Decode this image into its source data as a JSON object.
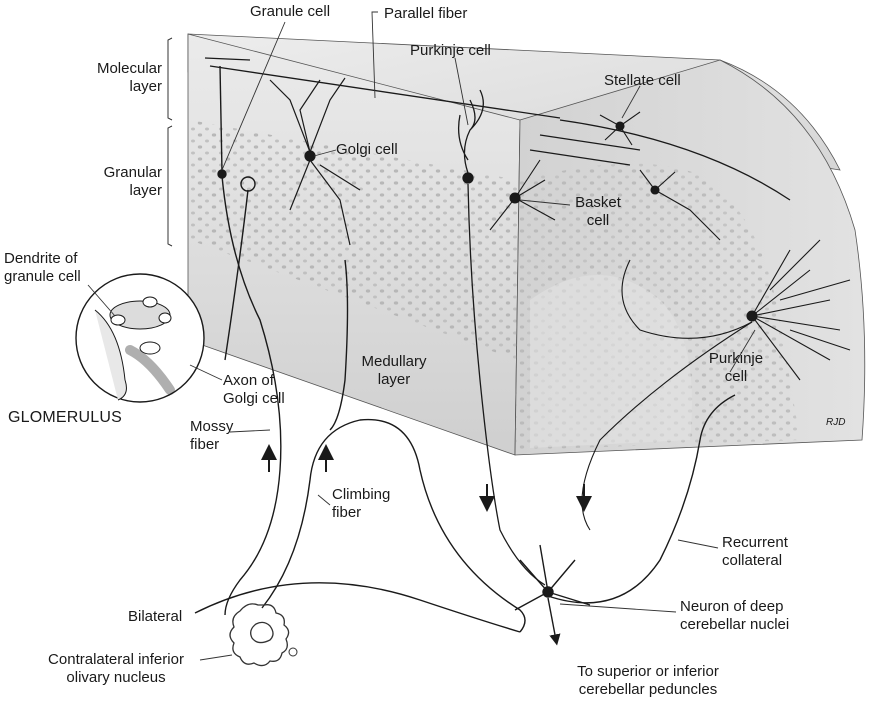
{
  "labels": {
    "granule_cell": "Granule cell",
    "parallel_fiber": "Parallel fiber",
    "molecular_layer": [
      "Molecular",
      "layer"
    ],
    "purkinje_cell_top": "Purkinje cell",
    "stellate_cell": "Stellate cell",
    "golgi_cell": "Golgi cell",
    "granular_layer": [
      "Granular",
      "layer"
    ],
    "basket_cell": [
      "Basket",
      "cell"
    ],
    "dendrite_of_granule_cell": [
      "Dendrite of",
      "granule cell"
    ],
    "medullary_layer": [
      "Medullary",
      "layer"
    ],
    "purkinje_cell_right": [
      "Purkinje",
      "cell"
    ],
    "axon_of_golgi_cell": [
      "Axon of",
      "Golgi cell"
    ],
    "glomerulus": "GLOMERULUS",
    "mossy_fiber": [
      "Mossy",
      "fiber"
    ],
    "climbing_fiber": [
      "Climbing",
      "fiber"
    ],
    "recurrent_collateral": [
      "Recurrent",
      "collateral"
    ],
    "bilateral": "Bilateral",
    "neuron_deep_nuclei": [
      "Neuron of deep",
      "cerebellar nuclei"
    ],
    "contralateral_olivary": [
      "Contralateral inferior",
      "olivary nucleus"
    ],
    "to_peduncles": [
      "To superior or inferior",
      "cerebellar peduncles"
    ],
    "artist_signature": "RJD"
  },
  "colors": {
    "line": "#1a1a1a",
    "block_face": "#d9d9d9",
    "block_top": "#e8e8e8",
    "granular_dots": "#b0b0b0"
  }
}
